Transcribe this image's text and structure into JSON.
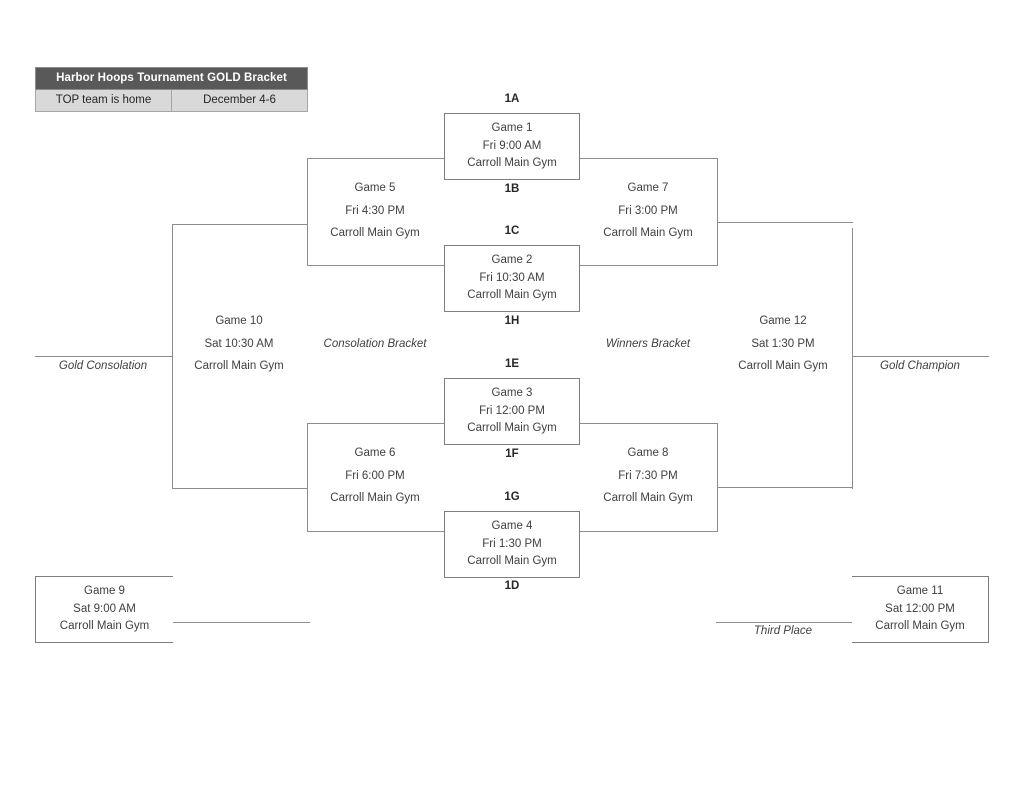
{
  "legend": {
    "title": "Harbor Hoops Tournament GOLD Bracket",
    "note": "TOP team is home",
    "dates": "December 4-6"
  },
  "bracket": {
    "venue_default": "Carroll Main Gym",
    "seeds": {
      "a": "1A",
      "b": "1B",
      "c": "1C",
      "d": "1D",
      "e": "1E",
      "f": "1F",
      "g": "1G",
      "h": "1H"
    },
    "annotations": {
      "consolation_bracket": "Consolation Bracket",
      "winners_bracket": "Winners Bracket",
      "gold_consolation": "Gold Consolation",
      "gold_champion": "Gold Champion",
      "third_place": "Third Place"
    },
    "games": [
      {
        "id": "game1",
        "name": "Game 1",
        "time": "Fri 9:00 AM",
        "venue": "Carroll Main Gym"
      },
      {
        "id": "game2",
        "name": "Game 2",
        "time": "Fri 10:30 AM",
        "venue": "Carroll Main Gym"
      },
      {
        "id": "game3",
        "name": "Game 3",
        "time": "Fri 12:00 PM",
        "venue": "Carroll Main Gym"
      },
      {
        "id": "game4",
        "name": "Game 4",
        "time": "Fri 1:30 PM",
        "venue": "Carroll Main Gym"
      },
      {
        "id": "game5",
        "name": "Game 5",
        "time": "Fri 4:30 PM",
        "venue": "Carroll Main Gym"
      },
      {
        "id": "game6",
        "name": "Game 6",
        "time": "Fri 6:00 PM",
        "venue": "Carroll Main Gym"
      },
      {
        "id": "game7",
        "name": "Game 7",
        "time": "Fri 3:00 PM",
        "venue": "Carroll Main Gym"
      },
      {
        "id": "game8",
        "name": "Game 8",
        "time": "Fri 7:30 PM",
        "venue": "Carroll Main Gym"
      },
      {
        "id": "game9",
        "name": "Game 9",
        "time": "Sat 9:00 AM",
        "venue": "Carroll Main Gym"
      },
      {
        "id": "game10",
        "name": "Game 10",
        "time": "Sat 10:30 AM",
        "venue": "Carroll Main Gym"
      },
      {
        "id": "game11",
        "name": "Game 11",
        "time": "Sat 12:00 PM",
        "venue": "Carroll Main Gym"
      },
      {
        "id": "game12",
        "name": "Game 12",
        "time": "Sat 1:30 PM",
        "venue": "Carroll Main Gym"
      }
    ]
  }
}
